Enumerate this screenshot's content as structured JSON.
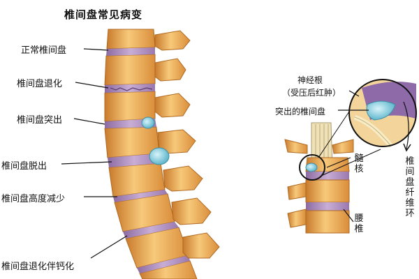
{
  "title": "椎间盘常见病变",
  "left_labels": [
    "正常椎间盘",
    "椎间盘退化",
    "椎间盘突出",
    "椎间盘脱出",
    "椎间盘高度减少",
    "椎间盘退化伴钙化"
  ],
  "right_labels": {
    "nerve_root": "神经根",
    "nerve_root_note": "（受压后红肿）",
    "herniated_disc": "突出的椎间盘",
    "nucleus": "髓核",
    "lumbar": "腰椎",
    "annulus": "椎间盘纤维环"
  },
  "colors": {
    "bone": "#e8a04a",
    "bone_light": "#f6d08a",
    "disc": "#a882b8",
    "herniation": "#8ccfe0",
    "nerve": "#f3e2b0"
  }
}
